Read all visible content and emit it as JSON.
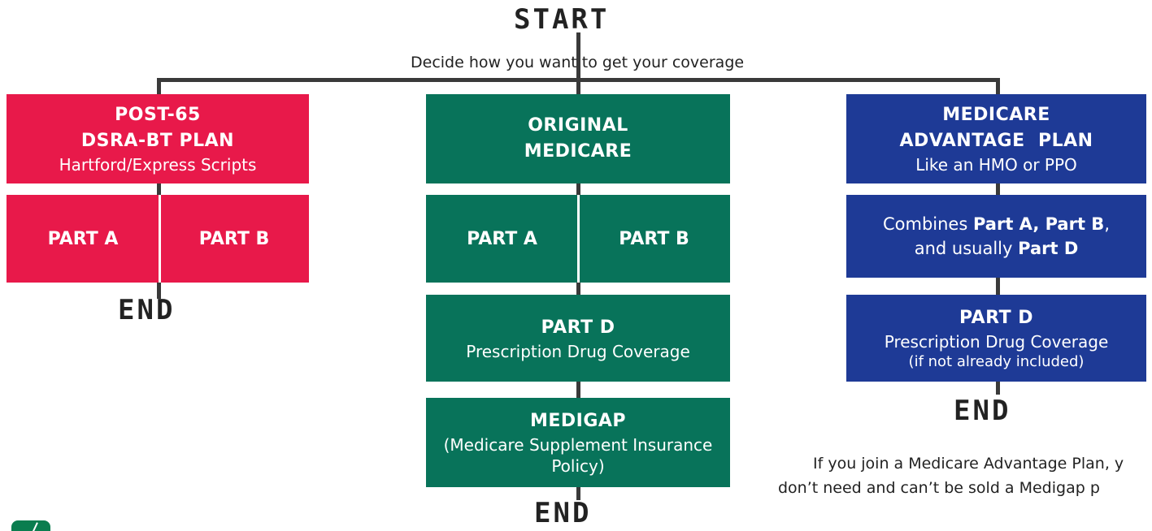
{
  "start": {
    "title": "START",
    "subtitle": "Decide how you want to get your coverage"
  },
  "columns": [
    {
      "header": {
        "line1": "POST-65",
        "line2": "DSRA-BT PLAN",
        "line3": "Hartford/Express Scripts"
      },
      "part_a": "PART A",
      "part_b": "PART B",
      "end": "END"
    },
    {
      "header": {
        "line1": "ORIGINAL",
        "line2": "MEDICARE"
      },
      "part_a": "PART A",
      "part_b": "PART B",
      "part_d": {
        "title": "PART D",
        "desc": "Prescription Drug Coverage"
      },
      "medigap": {
        "title": "MEDIGAP",
        "desc_line1": "(Medicare Supplement Insurance",
        "desc_line2": "Policy)"
      },
      "end": "END"
    },
    {
      "header": {
        "line1": "MEDICARE",
        "line2": "ADVANTAGE  PLAN",
        "line3": "Like an HMO or PPO"
      },
      "combines": {
        "prefix": "Combines ",
        "part_ab": "Part A, Part B",
        "comma": ",",
        "and_usually": "and usually ",
        "part_d": "Part D"
      },
      "part_d": {
        "title": "PART D",
        "desc": "Prescription Drug Coverage",
        "note": "(if not already included)"
      },
      "end": "END"
    }
  ],
  "footnote": {
    "line1": "If you join a Medicare Advantage Plan, y",
    "line2": "don’t need and can’t be sold a Medigap p"
  },
  "colors": {
    "red": "#e8194a",
    "green": "#08735a",
    "blue": "#1e3a96",
    "connector": "#3a3a3a"
  },
  "icons": [
    "check-badge-icon"
  ]
}
